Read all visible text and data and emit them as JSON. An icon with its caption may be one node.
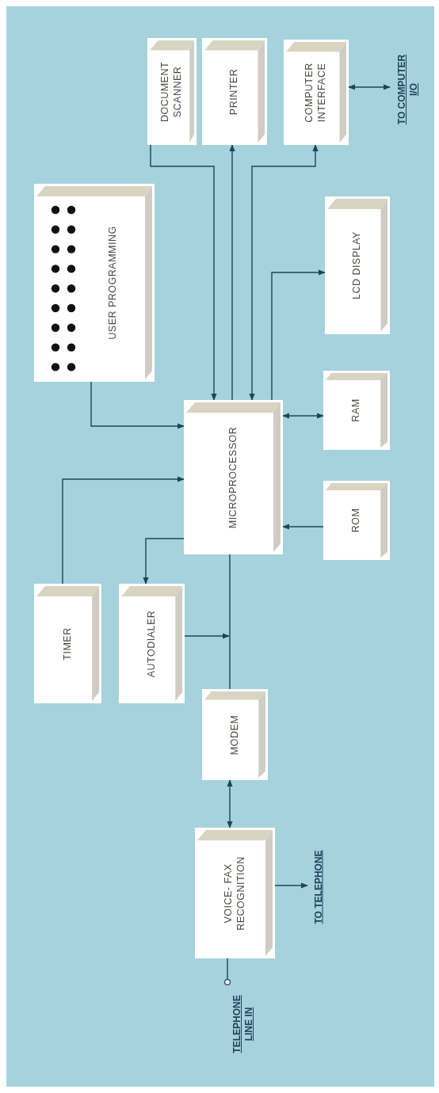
{
  "diagram": {
    "nodes": [
      {
        "text": [
          "DOCUMENT SCANNER"
        ]
      },
      {
        "text": [
          "PRINTER"
        ]
      },
      {
        "text": [
          "COMPUTER INTERFACE"
        ]
      },
      {
        "text": [
          "TO COMPUTER I/O"
        ]
      },
      {
        "text": [
          "USER PROGRAMMING"
        ]
      },
      {
        "text": [
          "LCD DISPLAY"
        ]
      },
      {
        "text": [
          "MICROPROCESSOR"
        ]
      },
      {
        "text": [
          "RAM"
        ]
      },
      {
        "text": [
          "ROM"
        ]
      },
      {
        "text": [
          "TIMER"
        ]
      },
      {
        "text": [
          "AUTODIALER"
        ]
      },
      {
        "text": [
          "MODEM"
        ]
      },
      {
        "text": [
          "VOICE- FAX RECOGNITION"
        ]
      },
      {
        "text": [
          "TO TELEPHONE"
        ]
      },
      {
        "text": [
          "TELEPHONE LINE IN"
        ]
      }
    ],
    "edges": [
      {
        "from": 0,
        "to": 6,
        "arrow": "to"
      },
      {
        "from": 6,
        "to": 1,
        "arrow": "to"
      },
      {
        "from": 6,
        "to": 2,
        "arrow": "both"
      },
      {
        "from": 2,
        "to": 3,
        "arrow": "both"
      },
      {
        "from": 6,
        "to": 5,
        "arrow": "to"
      },
      {
        "from": 4,
        "to": 6,
        "arrow": "to"
      },
      {
        "from": 6,
        "to": 7,
        "arrow": "both"
      },
      {
        "from": 8,
        "to": 6,
        "arrow": "to"
      },
      {
        "from": 9,
        "to": 6,
        "arrow": "to"
      },
      {
        "from": 6,
        "to": 10,
        "arrow": "to"
      },
      {
        "from": 6,
        "to": 11,
        "arrow": "none"
      },
      {
        "from": 10,
        "to": null,
        "arrow": "to"
      },
      {
        "from": 11,
        "to": 12,
        "arrow": "both"
      },
      {
        "from": 12,
        "to": 13,
        "arrow": "to"
      },
      {
        "from": 14,
        "to": 12,
        "arrow": "other"
      }
    ]
  }
}
